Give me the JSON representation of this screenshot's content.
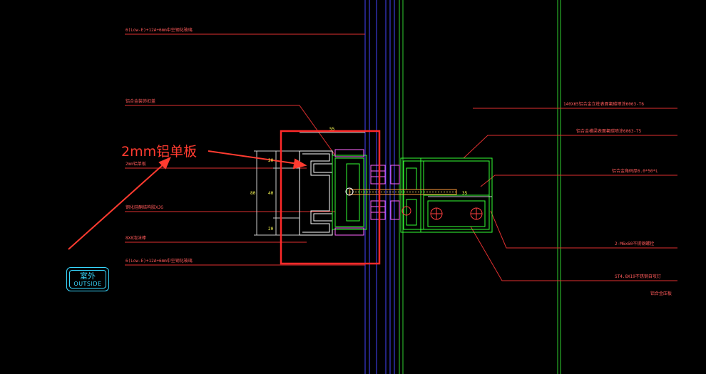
{
  "callouts_left": [
    "6(Low-E)+12A+6mm中空钢化玻璃",
    "铝合金装饰扣盖",
    "2mm铝单板",
    "钢化硅酮结构胶XJG",
    "8X8泡沫棒",
    "6(Low-E)+12A+6mm中空钢化玻璃"
  ],
  "callouts_right": [
    "140X65铝合金立柱表面氟碳喷涂6063-T6",
    "铝合金横梁表面氟碳喷涂6063-T5",
    "铝合金角码厚6.0*50*L",
    "2-M6x60不锈钢螺栓",
    "ST4.8X19不锈钢自攻钉",
    "铝合金压板"
  ],
  "annotation": "2mm铝单板",
  "badge": {
    "cn": "室外",
    "en": "OUTSIDE"
  },
  "dimensions": {
    "top": "55",
    "total": "80",
    "a": "20",
    "b": "40",
    "c": "20",
    "right": "35"
  },
  "colors": {
    "background": "#000000",
    "callout": "#ff3030",
    "annotation": "#ff3b30",
    "mullion": "#33ff33",
    "glass": "#3a3aff",
    "badge": "#38d8ff"
  }
}
